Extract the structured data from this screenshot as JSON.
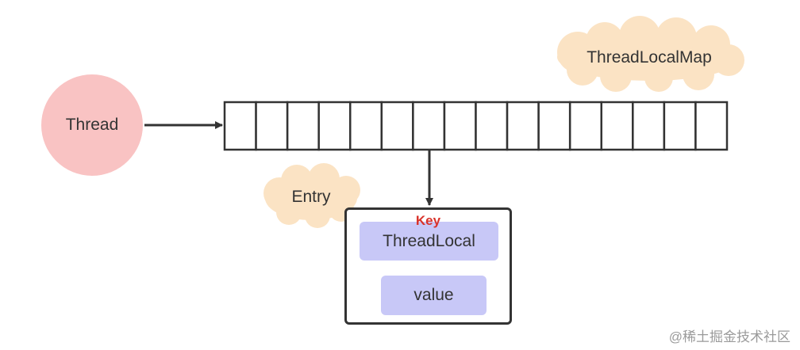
{
  "diagram": {
    "thread_label": "Thread",
    "map_label": "ThreadLocalMap",
    "entry_label": "Entry",
    "key_label": "Key",
    "key_field_label": "ThreadLocal",
    "value_field_label": "value",
    "array_slot_count": 16
  },
  "colors": {
    "thread_fill": "#f9c3c3",
    "cloud_fill": "#fbe3c4",
    "field_fill": "#c8c8f7",
    "key_text": "#d9332b",
    "stroke": "#333333"
  },
  "watermark": "@稀土掘金技术社区"
}
